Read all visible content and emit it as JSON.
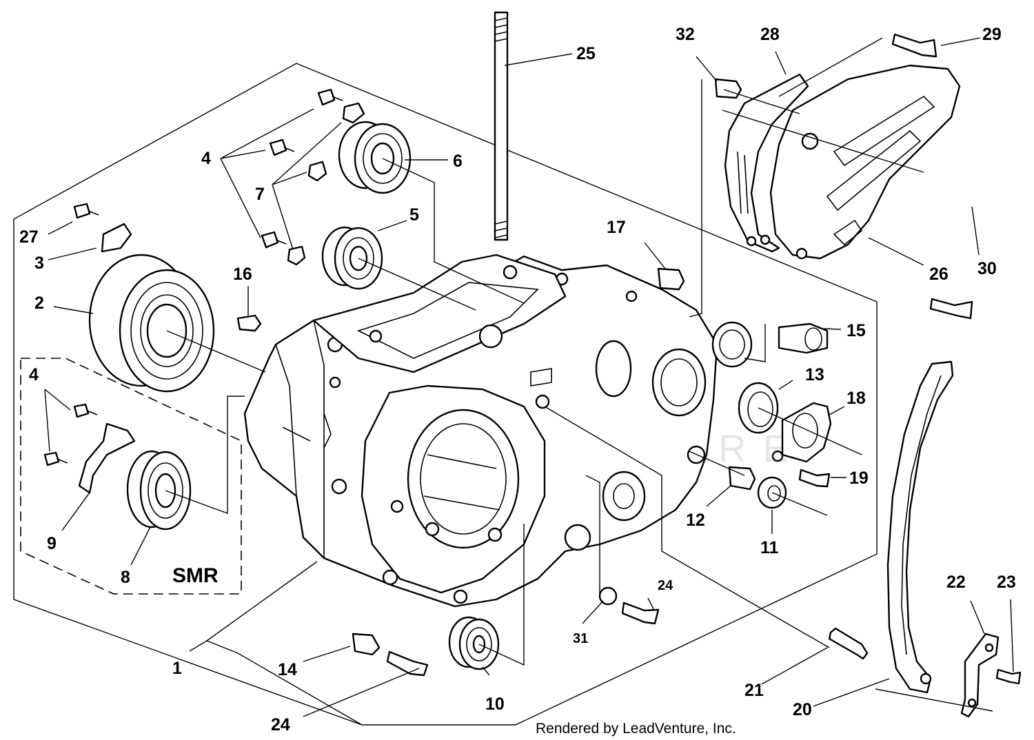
{
  "credit": "Rendered by LeadVenture, Inc.",
  "watermark": "LEADVENTURE",
  "group_label": "SMR",
  "callouts": [
    {
      "id": "c1",
      "text": "1"
    },
    {
      "id": "c2",
      "text": "2"
    },
    {
      "id": "c3",
      "text": "3"
    },
    {
      "id": "c4a",
      "text": "4"
    },
    {
      "id": "c4b",
      "text": "4"
    },
    {
      "id": "c5",
      "text": "5"
    },
    {
      "id": "c6",
      "text": "6"
    },
    {
      "id": "c7",
      "text": "7"
    },
    {
      "id": "c8",
      "text": "8"
    },
    {
      "id": "c9",
      "text": "9"
    },
    {
      "id": "c10",
      "text": "10"
    },
    {
      "id": "c11",
      "text": "11"
    },
    {
      "id": "c12",
      "text": "12"
    },
    {
      "id": "c13",
      "text": "13"
    },
    {
      "id": "c14",
      "text": "14"
    },
    {
      "id": "c15",
      "text": "15"
    },
    {
      "id": "c16",
      "text": "16"
    },
    {
      "id": "c17",
      "text": "17"
    },
    {
      "id": "c18",
      "text": "18"
    },
    {
      "id": "c19",
      "text": "19"
    },
    {
      "id": "c20",
      "text": "20"
    },
    {
      "id": "c21",
      "text": "21"
    },
    {
      "id": "c22",
      "text": "22"
    },
    {
      "id": "c23",
      "text": "23"
    },
    {
      "id": "c24a",
      "text": "24"
    },
    {
      "id": "c24b",
      "text": "24"
    },
    {
      "id": "c25",
      "text": "25"
    },
    {
      "id": "c26",
      "text": "26"
    },
    {
      "id": "c27",
      "text": "27"
    },
    {
      "id": "c28",
      "text": "28"
    },
    {
      "id": "c29",
      "text": "29"
    },
    {
      "id": "c30",
      "text": "30"
    },
    {
      "id": "c31",
      "text": "31"
    },
    {
      "id": "c32",
      "text": "32"
    }
  ]
}
